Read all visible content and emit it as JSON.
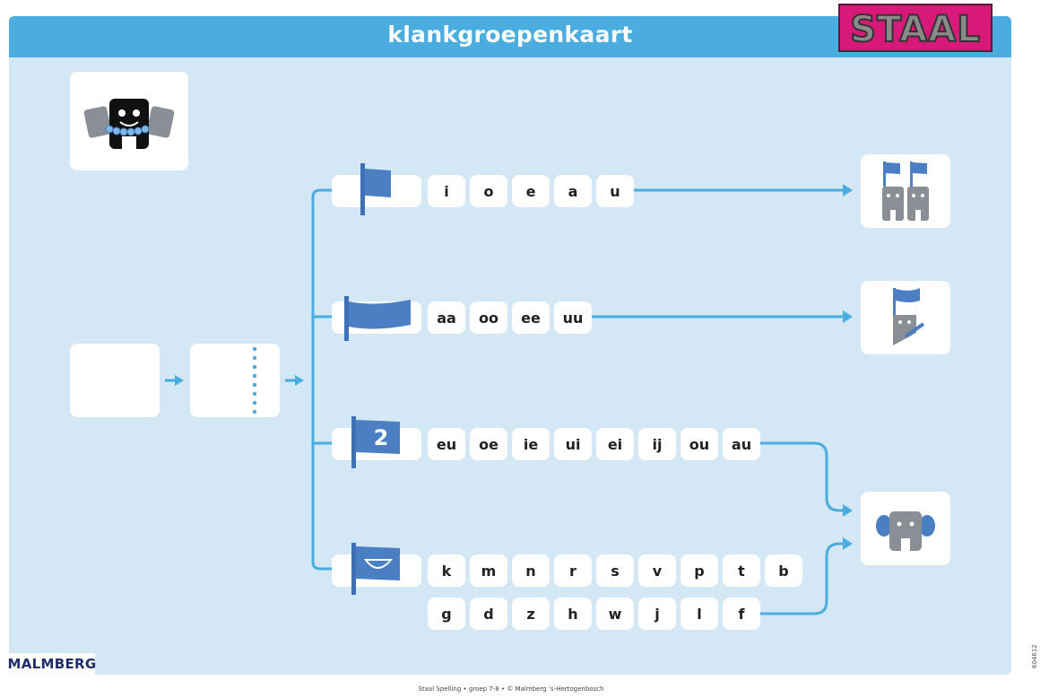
{
  "header": {
    "title": "klankgroepenkaart",
    "logo_text": "STAAL"
  },
  "colors": {
    "board": "#d3e7f4",
    "header": "#4aacdf",
    "flag": "#4a7fc4",
    "line": "#4aacdf"
  },
  "rows": [
    {
      "flag": "short-flag-icon",
      "tiles": [
        "i",
        "o",
        "e",
        "a",
        "u"
      ]
    },
    {
      "flag": "long-flag-icon",
      "tiles": [
        "aa",
        "oo",
        "ee",
        "uu"
      ]
    },
    {
      "flag": "two-sound-flag-icon",
      "flag_label": "2",
      "tiles": [
        "eu",
        "oe",
        "ie",
        "ui",
        "ei",
        "ij",
        "ou",
        "au"
      ]
    },
    {
      "flag": "mouth-flag-icon",
      "tiles": [
        "k",
        "m",
        "n",
        "r",
        "s",
        "v",
        "p",
        "t",
        "b"
      ],
      "tiles2": [
        "g",
        "d",
        "z",
        "h",
        "w",
        "j",
        "l",
        "f"
      ]
    }
  ],
  "footer": {
    "brand": "MALMBERG",
    "credit": "Staal Spelling • groep 7-8 • © Malmberg ’s-Hertogenbosch",
    "code": "604612"
  }
}
